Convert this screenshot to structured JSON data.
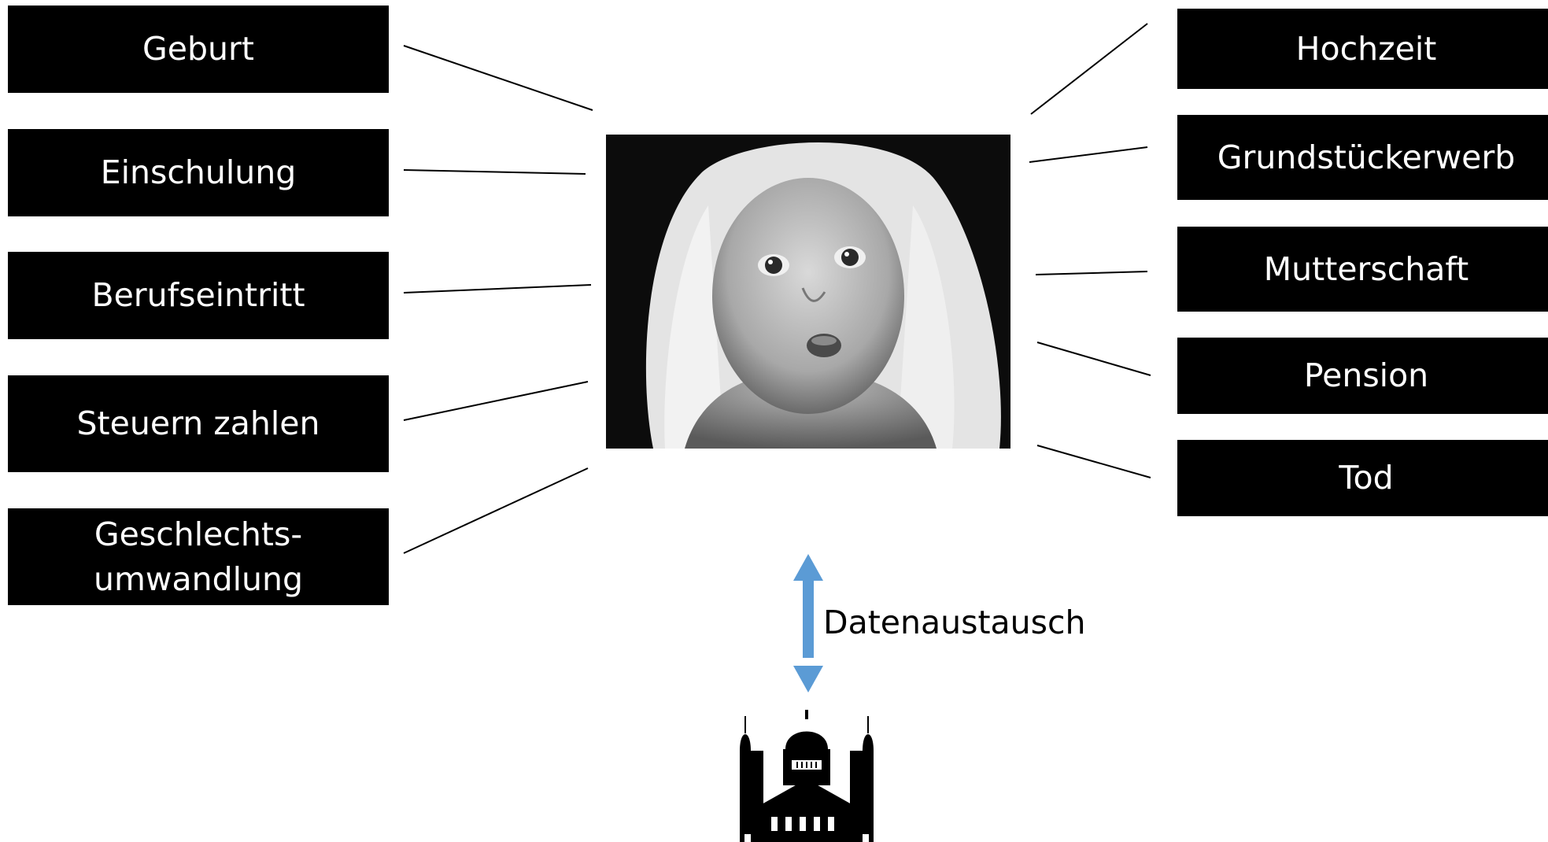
{
  "left_events": [
    "Geburt",
    "Einschulung",
    "Berufseintritt",
    "Steuern zahlen",
    "Geschlechts-\numwandlung"
  ],
  "right_events": [
    "Hochzeit",
    "Grundstückerwerb",
    "Mutterschaft",
    "Pension",
    "Tod"
  ],
  "exchange_label": "Datenaustausch",
  "colors": {
    "box": "#000000",
    "box_text": "#ffffff",
    "arrow": "#5b9bd5"
  },
  "icons": {
    "center": "baby-photo",
    "bottom": "parliament-building-icon",
    "exchange": "double-arrow-icon"
  }
}
